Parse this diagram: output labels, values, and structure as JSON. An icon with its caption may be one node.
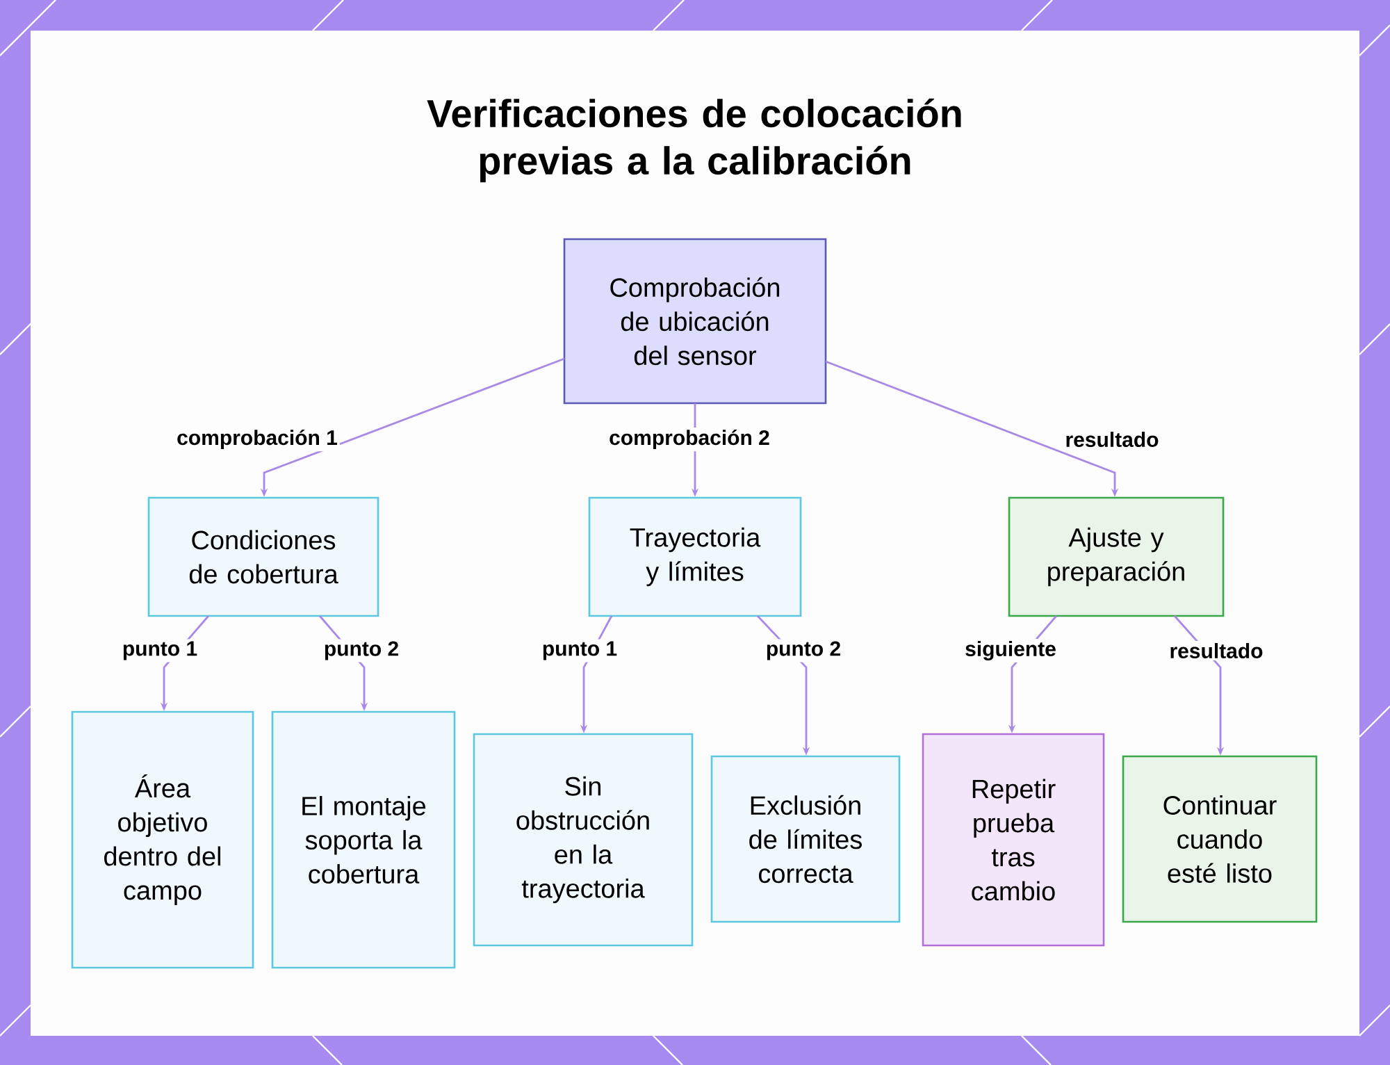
{
  "diagram": {
    "title": "Verificaciones de colocación previas a la calibración",
    "nodes": [
      {
        "text": [
          "Comprobación de ubicación del sensor"
        ]
      },
      {
        "text": [
          "Condiciones de cobertura"
        ]
      },
      {
        "text": [
          "Trayectoria y límites"
        ]
      },
      {
        "text": [
          "Ajuste y preparación"
        ]
      },
      {
        "text": [
          "Área objetivo dentro del campo"
        ]
      },
      {
        "text": [
          "El montaje soporta la cobertura"
        ]
      },
      {
        "text": [
          "Sin obstrucción en la trayectoria"
        ]
      },
      {
        "text": [
          "Exclusión de límites correcta"
        ]
      },
      {
        "text": [
          "Repetir prueba tras cambio"
        ]
      },
      {
        "text": [
          "Continuar cuando esté listo"
        ]
      }
    ],
    "edges": [
      {
        "from": 0,
        "to": 1,
        "arrow": "to",
        "label": "comprobación 1"
      },
      {
        "from": 0,
        "to": 2,
        "arrow": "to",
        "label": "comprobación 2"
      },
      {
        "from": 0,
        "to": 3,
        "arrow": "to",
        "label": "resultado"
      },
      {
        "from": 1,
        "to": 4,
        "arrow": "to",
        "label": "punto 1"
      },
      {
        "from": 1,
        "to": 5,
        "arrow": "to",
        "label": "punto 2"
      },
      {
        "from": 2,
        "to": 6,
        "arrow": "to",
        "label": "punto 1"
      },
      {
        "from": 2,
        "to": 7,
        "arrow": "to",
        "label": "punto 2"
      },
      {
        "from": 3,
        "to": 8,
        "arrow": "to",
        "label": "siguiente"
      },
      {
        "from": 3,
        "to": 9,
        "arrow": "to",
        "label": "resultado"
      }
    ]
  }
}
